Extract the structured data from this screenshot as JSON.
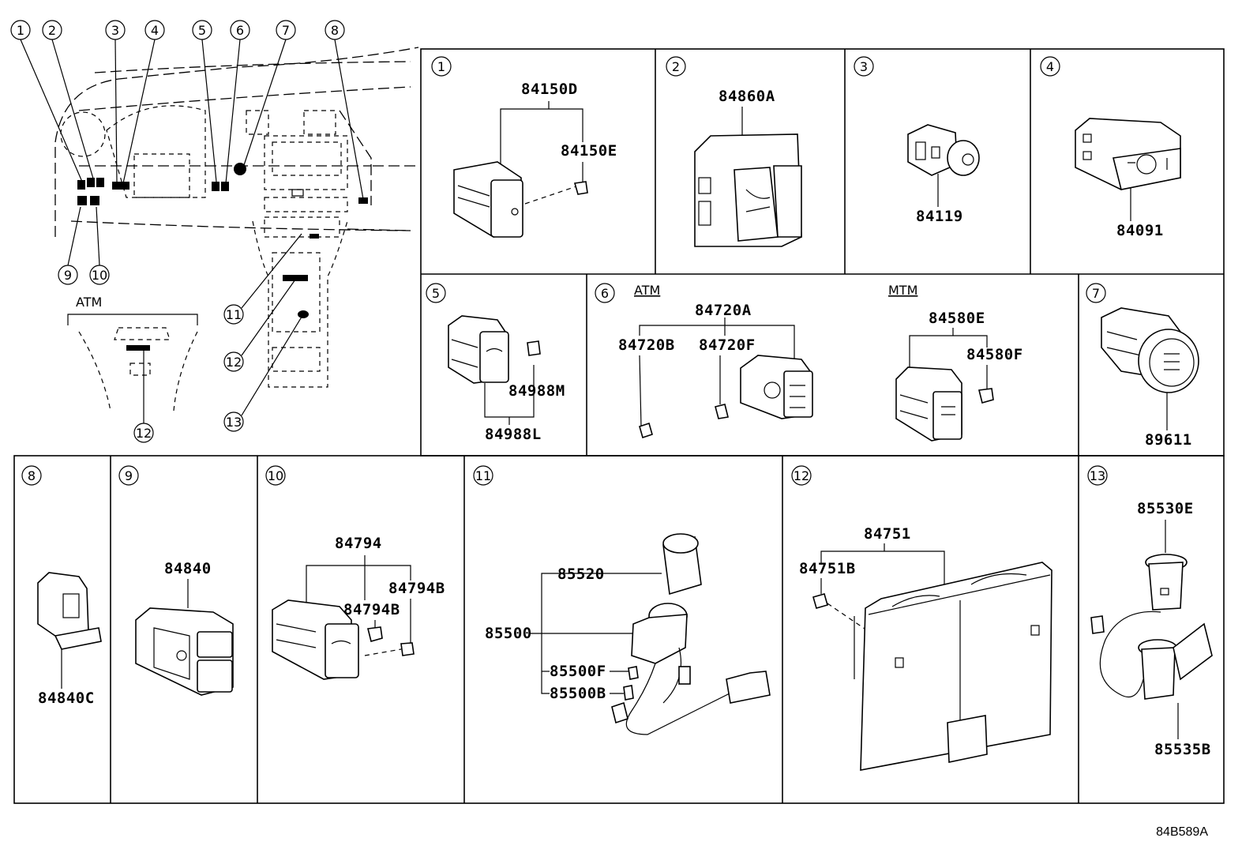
{
  "reference": "84B589A",
  "overview": {
    "callouts": [
      "1",
      "2",
      "3",
      "4",
      "5",
      "6",
      "7",
      "8",
      "9",
      "10",
      "11",
      "12",
      "13"
    ],
    "atm_label": "ATM"
  },
  "panels": {
    "p1": {
      "num": "1",
      "parts": [
        "84150D",
        "84150E"
      ]
    },
    "p2": {
      "num": "2",
      "parts": [
        "84860A"
      ]
    },
    "p3": {
      "num": "3",
      "parts": [
        "84119"
      ]
    },
    "p4": {
      "num": "4",
      "parts": [
        "84091"
      ]
    },
    "p5": {
      "num": "5",
      "parts": [
        "84988M",
        "84988L"
      ]
    },
    "p6": {
      "num": "6",
      "atm": "ATM",
      "mtm": "MTM",
      "parts": [
        "84720A",
        "84720B",
        "84720F",
        "84580E",
        "84580F"
      ]
    },
    "p7": {
      "num": "7",
      "parts": [
        "89611"
      ]
    },
    "p8": {
      "num": "8",
      "parts": [
        "84840C"
      ]
    },
    "p9": {
      "num": "9",
      "parts": [
        "84840"
      ]
    },
    "p10": {
      "num": "10",
      "parts": [
        "84794",
        "84794B",
        "84794B"
      ]
    },
    "p11": {
      "num": "11",
      "parts": [
        "85520",
        "85500",
        "85500F",
        "85500B"
      ]
    },
    "p12": {
      "num": "12",
      "parts": [
        "84751",
        "84751B"
      ]
    },
    "p13": {
      "num": "13",
      "parts": [
        "85530E",
        "85535B"
      ]
    }
  }
}
